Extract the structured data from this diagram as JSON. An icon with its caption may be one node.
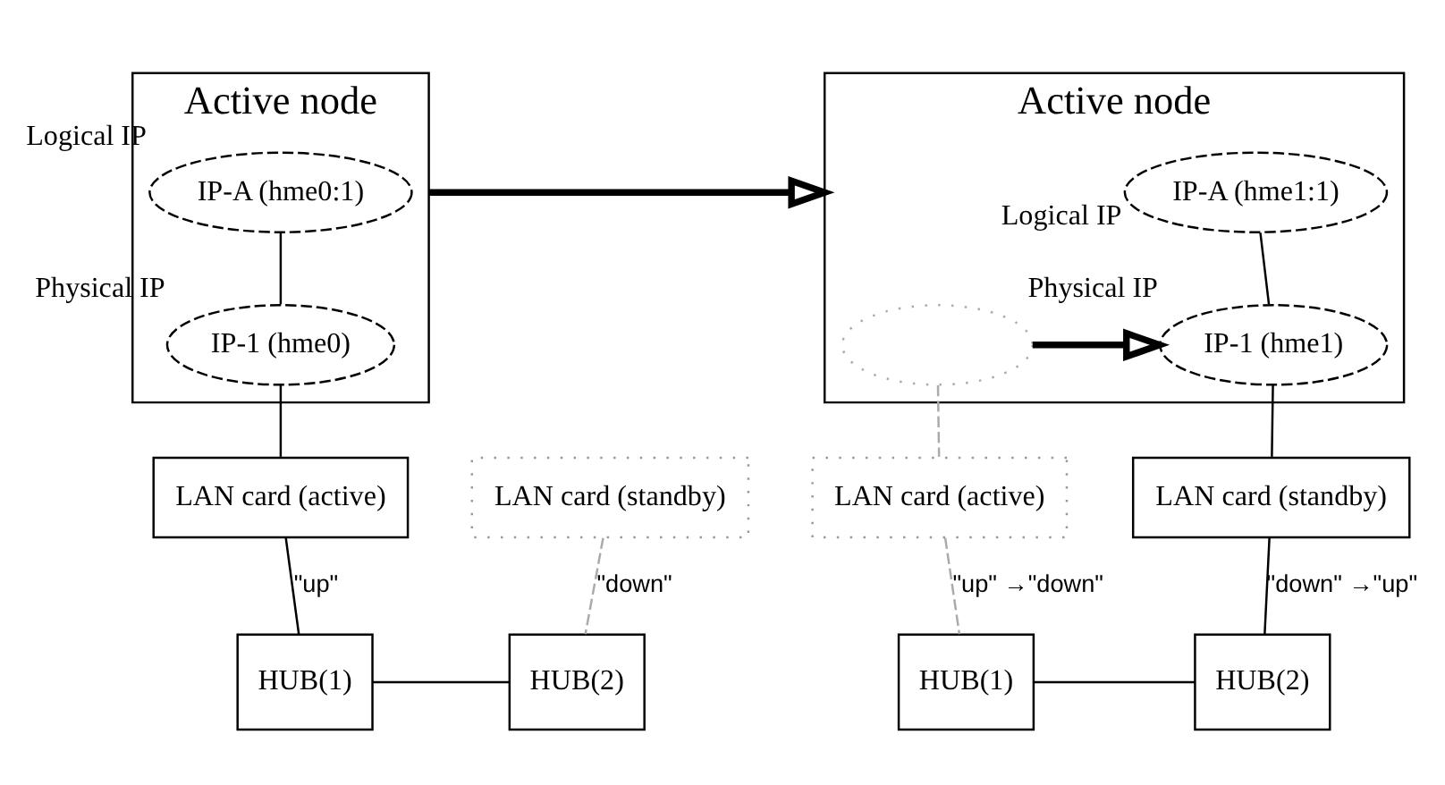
{
  "diagram": {
    "nodes": [
      {
        "text": [
          "Active node"
        ]
      },
      {
        "text": [
          "IP-A (hme0:1)"
        ],
        "in": 0,
        "beside": [
          "Logical IP"
        ]
      },
      {
        "text": [
          "IP-1 (hme0)"
        ],
        "in": 0,
        "beside": [
          "Physical IP"
        ]
      },
      {
        "text": [
          "LAN card (active)"
        ]
      },
      {
        "text": [
          "LAN card (standby)"
        ]
      },
      {
        "text": [
          "HUB(1)"
        ]
      },
      {
        "text": [
          "HUB(2)"
        ]
      },
      {
        "text": [
          "Active node"
        ]
      },
      {
        "text": [
          "IP-A (hme1:1)"
        ],
        "in": 7,
        "beside": [
          "Logical IP"
        ]
      },
      {
        "text": [],
        "shape": "ellipse",
        "in": 7
      },
      {
        "text": [
          "IP-1 (hme1)"
        ],
        "in": 7,
        "beside": [
          "Physical IP"
        ]
      },
      {
        "text": [
          "LAN card (active)"
        ]
      },
      {
        "text": [
          "LAN card (standby)"
        ]
      },
      {
        "text": [
          "HUB(1)"
        ]
      },
      {
        "text": [
          "HUB(2)"
        ]
      }
    ],
    "edges": [
      {
        "from": 1,
        "to": 2,
        "arrow": "none"
      },
      {
        "from": 2,
        "to": 3,
        "arrow": "none"
      },
      {
        "from": 3,
        "to": 5,
        "arrow": "none",
        "label": "\"up\""
      },
      {
        "from": 4,
        "to": 6,
        "arrow": "none",
        "label": "\"down\"",
        "style": "dashed",
        "color": "#aaaaaa"
      },
      {
        "from": 5,
        "to": 6,
        "arrow": "none"
      },
      {
        "from": 0,
        "to": 7,
        "arrow": "to",
        "style": "thick"
      },
      {
        "from": 8,
        "to": 10,
        "arrow": "none"
      },
      {
        "from": 9,
        "to": 11,
        "arrow": "none",
        "style": "dashed",
        "color": "#aaaaaa"
      },
      {
        "from": 10,
        "to": 12,
        "arrow": "none"
      },
      {
        "from": 11,
        "to": 13,
        "arrow": "none",
        "label": "\"up\" →\"down\"",
        "style": "dashed",
        "color": "#aaaaaa"
      },
      {
        "from": 12,
        "to": 14,
        "arrow": "none",
        "label": "\"down\" →\"up\""
      },
      {
        "from": 13,
        "to": 14,
        "arrow": "none"
      },
      {
        "from": 9,
        "to": 10,
        "arrow": "to",
        "style": "thick"
      }
    ]
  }
}
